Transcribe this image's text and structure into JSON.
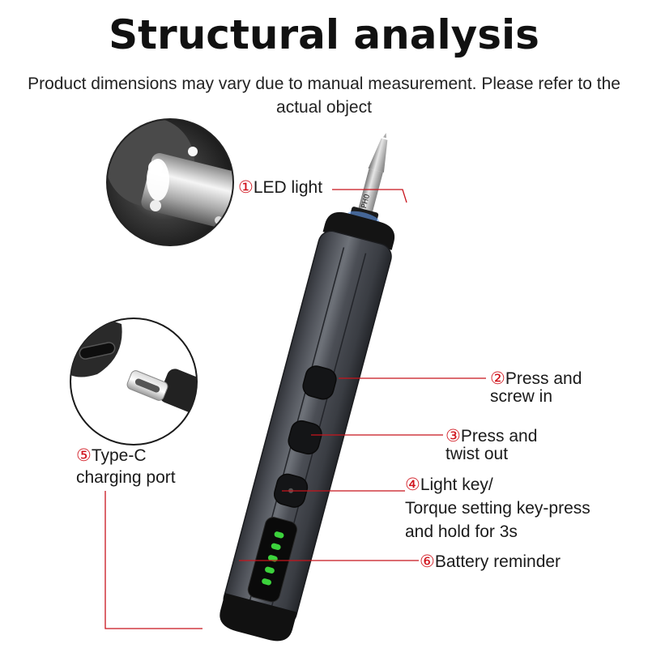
{
  "title": "Structural analysis",
  "subtitle": "Product dimensions may vary due to manual measurement. Please refer to the actual object",
  "callouts": [
    {
      "num": "①",
      "text": "LED light",
      "lines": [
        "LED light"
      ]
    },
    {
      "num": "②",
      "text": "Press and screw in",
      "lines": [
        "Press and",
        "screw in"
      ]
    },
    {
      "num": "③",
      "text": "Press and twist out",
      "lines": [
        "Press and",
        "twist out"
      ]
    },
    {
      "num": "④",
      "text": "Light key/ Torque setting key-press and hold for 3s",
      "lines": [
        "Light key/",
        "Torque setting key-press",
        "and hold for 3s"
      ]
    },
    {
      "num": "⑤",
      "text": "Type-C charging port",
      "lines": [
        "Type-C",
        "charging port"
      ]
    },
    {
      "num": "⑥",
      "text": "Battery reminder",
      "lines": [
        "Battery reminder"
      ]
    }
  ],
  "bit_marking": "PH0",
  "battery_levels": 5,
  "colors": {
    "leader_line": "#c8141c",
    "body": "#3d4046",
    "led_green": "#3cd23c",
    "number_red": "#d0121b"
  }
}
